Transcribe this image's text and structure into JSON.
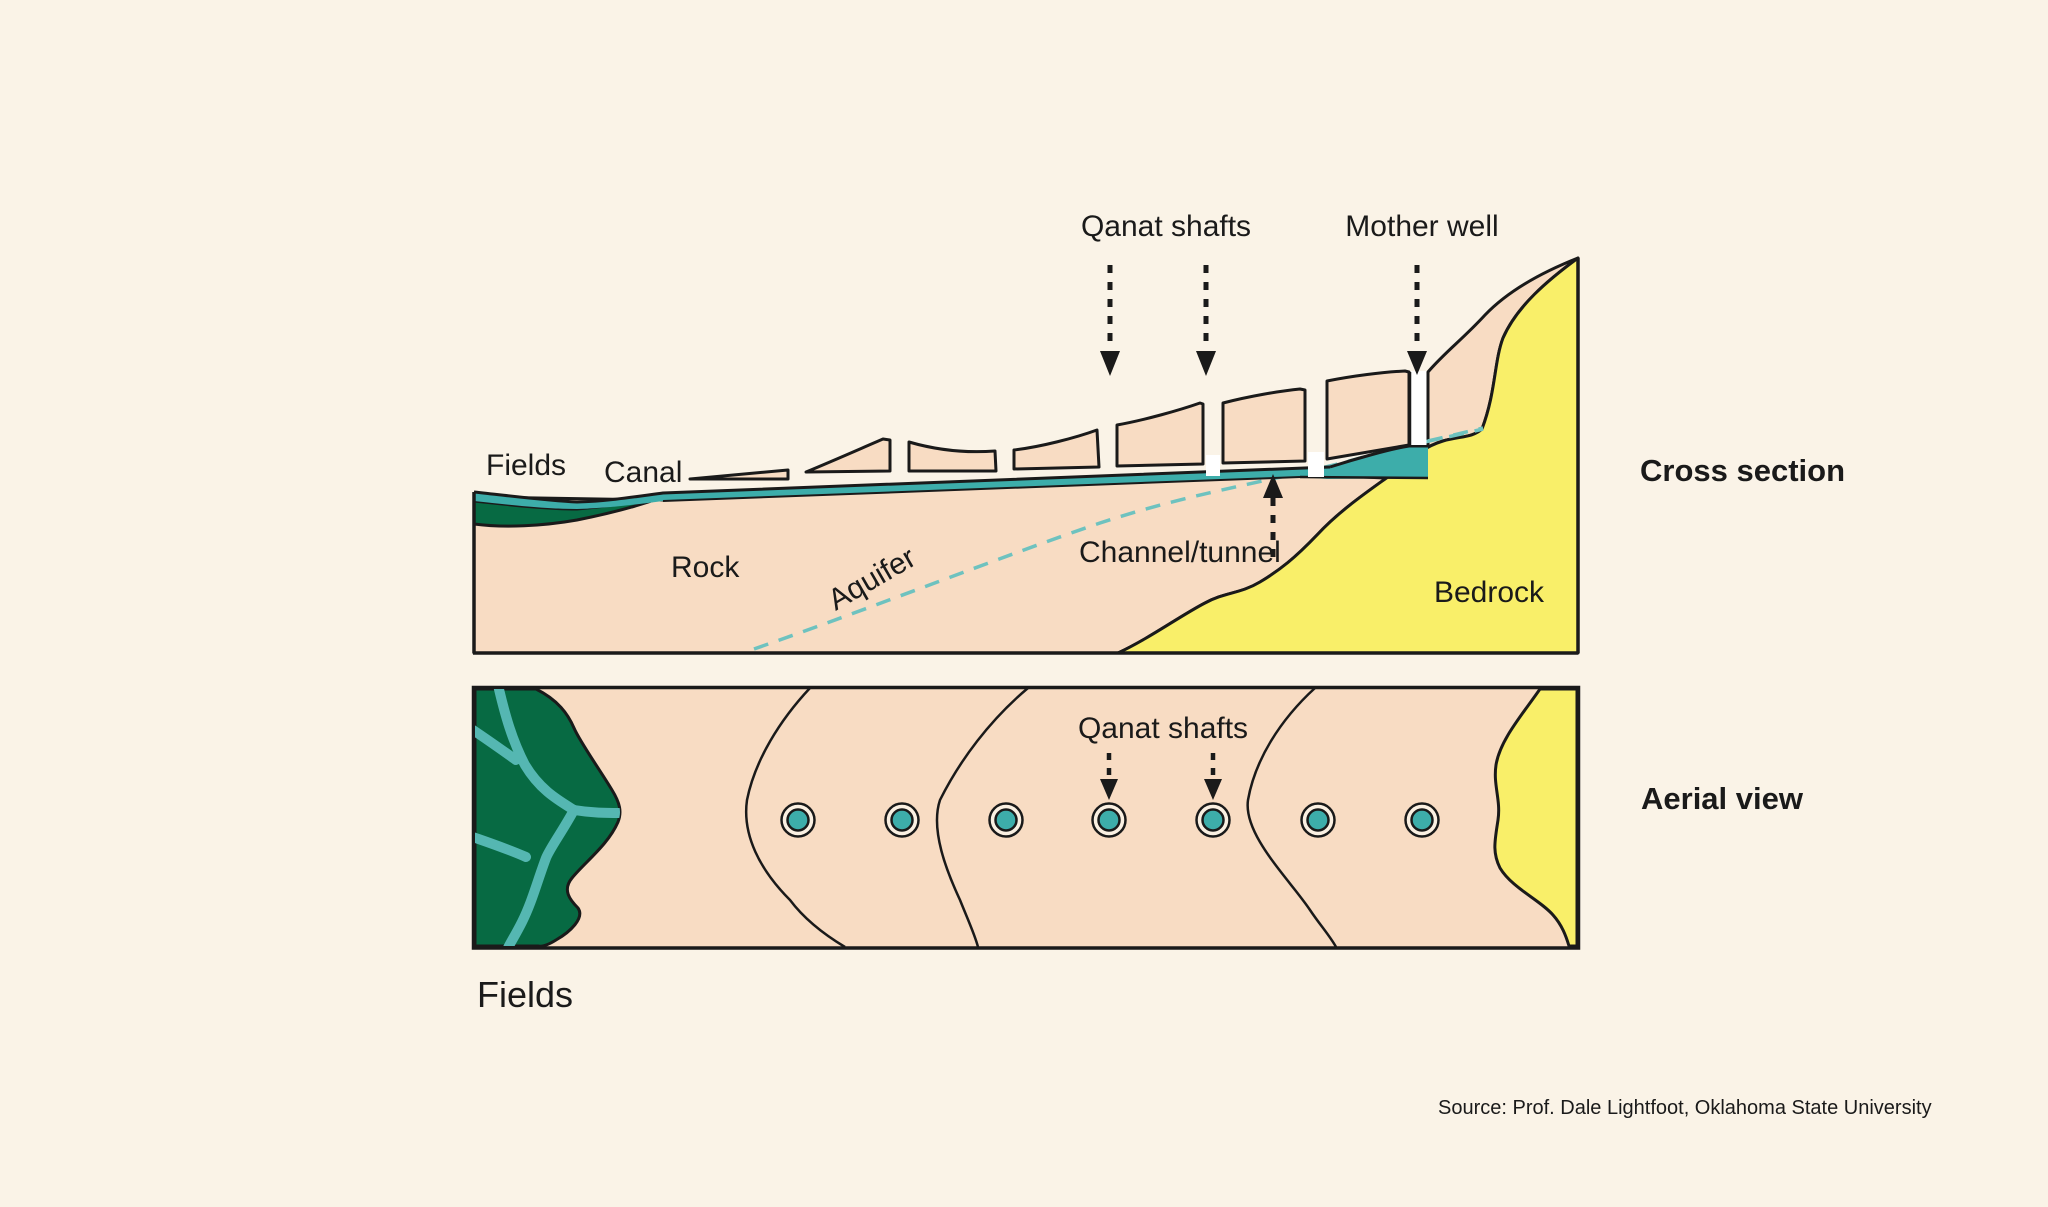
{
  "title": "Qanat system diagram",
  "colors": {
    "cream": "#faf3e7",
    "peach": "#f8dcc3",
    "ring": "#faf0e2",
    "yellow": "#f9ef69",
    "green": "#076a43",
    "teal": "#3dadaa",
    "river": "#55b7b2",
    "aquifer": "#6ec2bf",
    "ink": "#1a1a1a",
    "white": "#ffffff"
  },
  "cross_section": {
    "heading": "Cross section",
    "labels": {
      "fields": "Fields",
      "canal": "Canal",
      "qanat_shafts": "Qanat shafts",
      "mother_well": "Mother well",
      "rock": "Rock",
      "aquifer": "Aquifer",
      "channel_tunnel": "Channel/tunnel",
      "bedrock": "Bedrock"
    }
  },
  "aerial_view": {
    "heading": "Aerial view",
    "labels": {
      "qanat_shafts": "Qanat shafts",
      "fields": "Fields"
    },
    "shaft_count": 7
  },
  "source": "Source: Prof. Dale Lightfoot, Oklahoma State University"
}
